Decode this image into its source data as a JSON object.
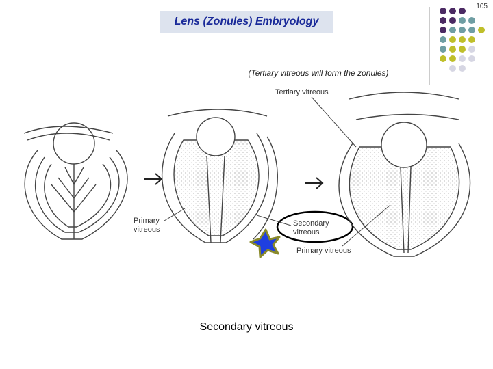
{
  "slide": {
    "number": "105",
    "title": "Lens (Zonules) Embryology",
    "subtitle": "(Tertiary vitreous will form the zonules)",
    "caption": "Secondary vitreous"
  },
  "diagram": {
    "labels": {
      "primary_vitreous_left_line1": "Primary",
      "primary_vitreous_left_line2": "vitreous",
      "secondary_vitreous_line1": "Secondary",
      "secondary_vitreous_line2": "vitreous",
      "primary_vitreous_right": "Primary vitreous",
      "tertiary_vitreous": "Tertiary vitreous"
    },
    "highlight_star_color": "#1f3fe0",
    "highlight_star_border": "#8a8a2a"
  },
  "decor": {
    "dot_colors": [
      "#4b2a63",
      "#6f9ea3",
      "#bfbf2a",
      "#d6d6e3"
    ]
  }
}
